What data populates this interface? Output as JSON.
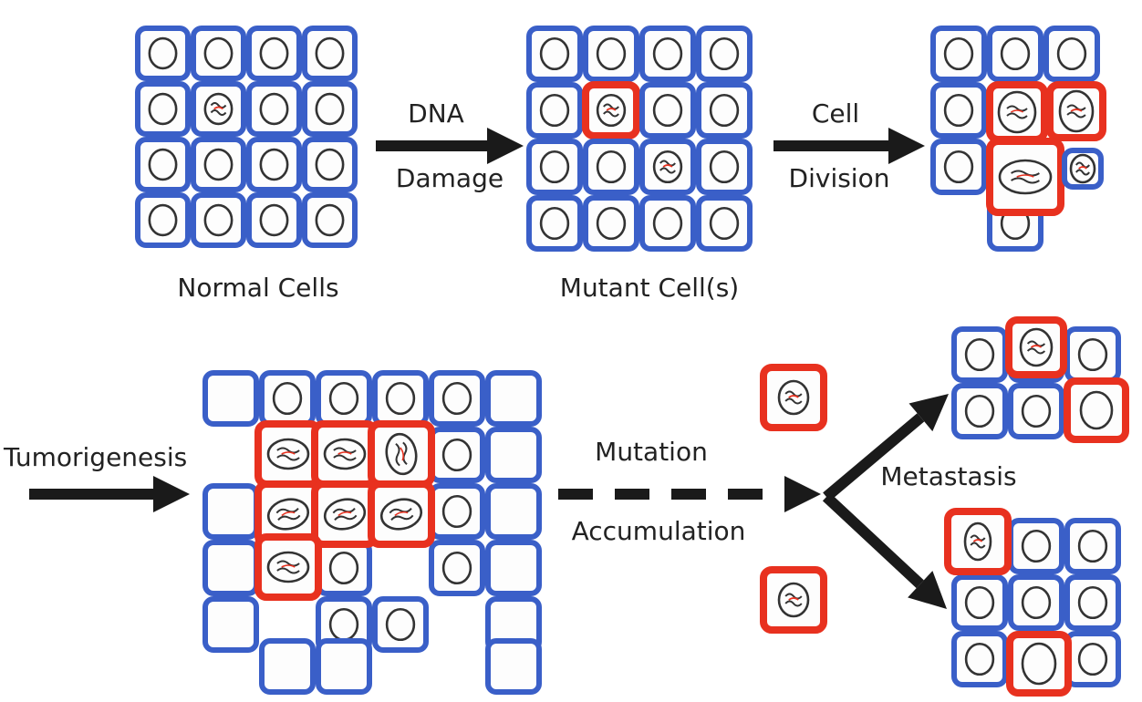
{
  "colors": {
    "normal_cell": "#3a5fc8",
    "mutant_cell": "#e8311f",
    "nucleus": "#333333",
    "arrow": "#1a1a1a",
    "text": "#222222"
  },
  "labels": {
    "normal_cells": "Normal Cells",
    "mutant_cells": "Mutant Cell(s)",
    "dna_damage_1": "DNA",
    "dna_damage_2": "Damage",
    "cell_division_1": "Cell",
    "cell_division_2": "Division",
    "tumorigenesis": "Tumorigenesis",
    "mutation_1": "Mutation",
    "mutation_2": "Accumulation",
    "metastasis": "Metastasis"
  }
}
